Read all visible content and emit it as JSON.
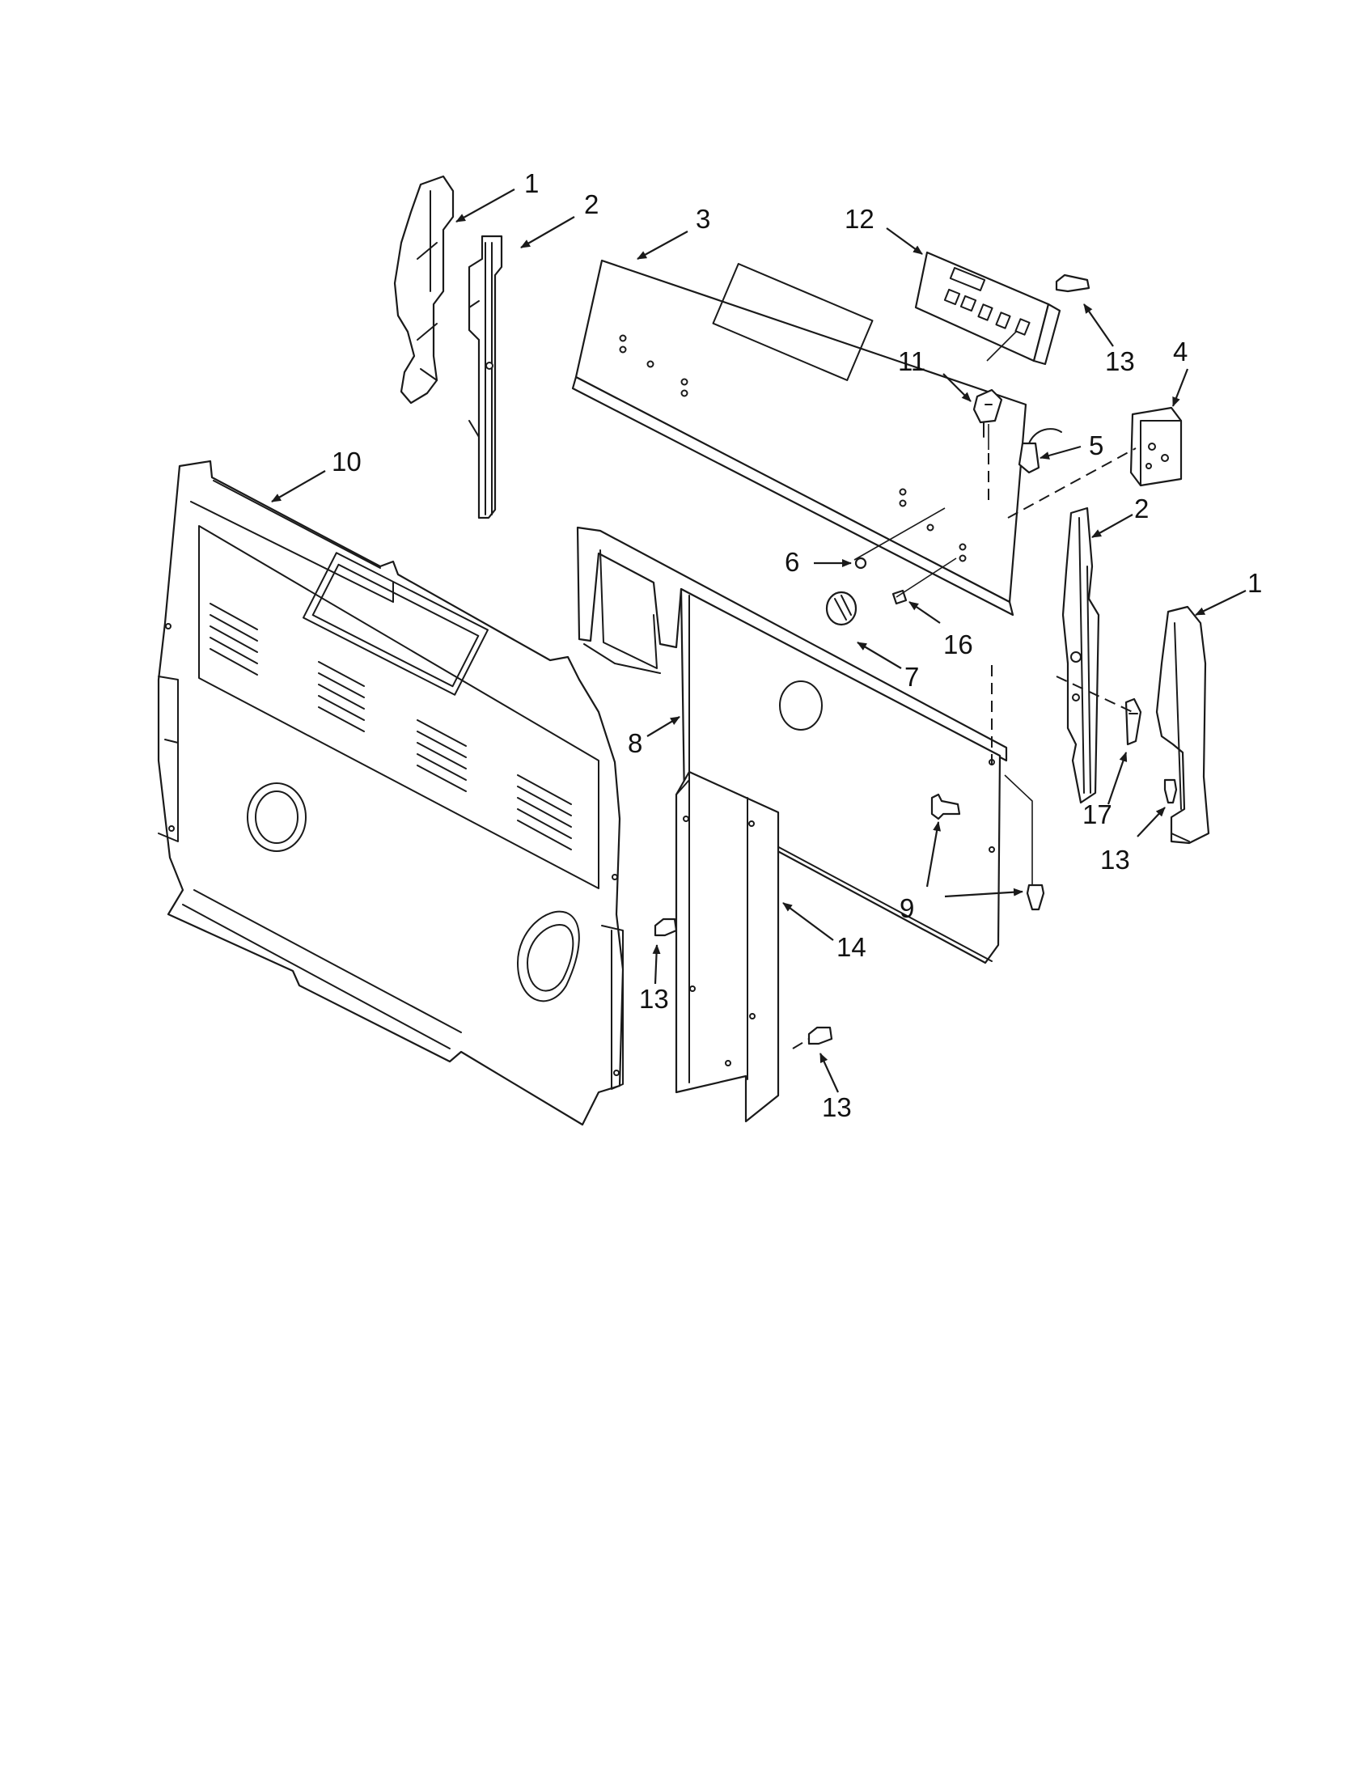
{
  "callouts": {
    "c1a": "1",
    "c1b": "1",
    "c2a": "2",
    "c2b": "2",
    "c3": "3",
    "c4": "4",
    "c5": "5",
    "c6": "6",
    "c7": "7",
    "c8": "8",
    "c9": "9",
    "c10": "10",
    "c11": "11",
    "c12": "12",
    "c13a": "13",
    "c13b": "13",
    "c13c": "13",
    "c13d": "13",
    "c14": "14",
    "c16": "16",
    "c17": "17"
  }
}
